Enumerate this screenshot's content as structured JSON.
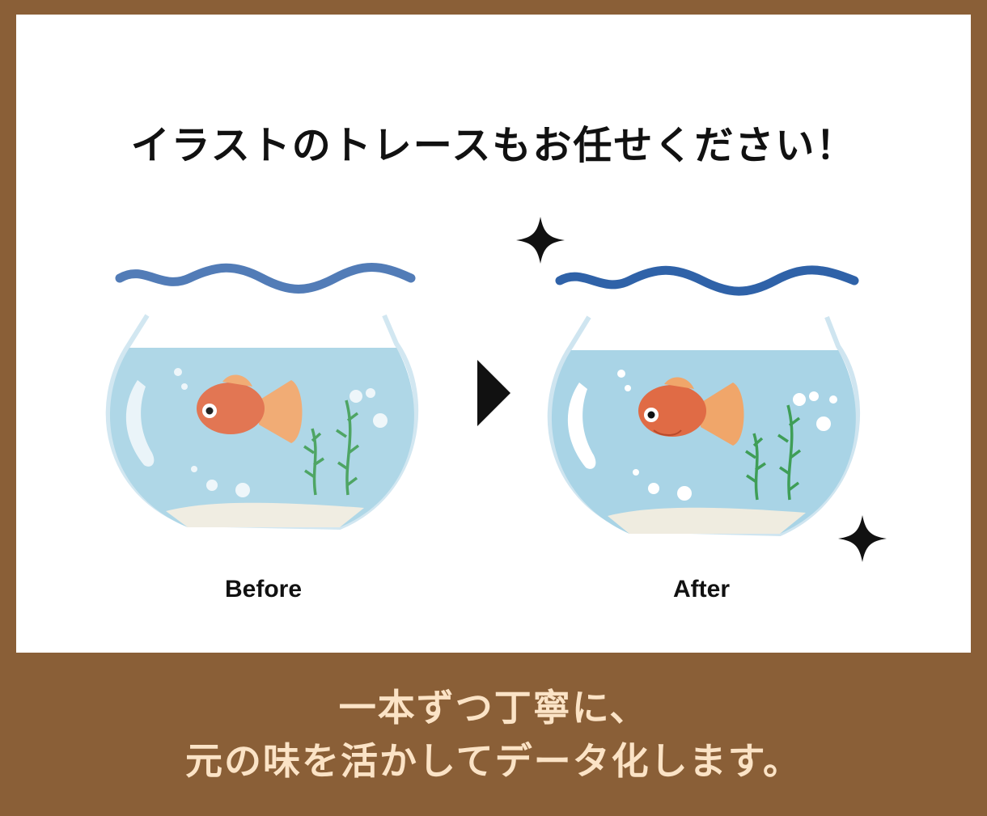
{
  "headline": "イラストのトレースもお任せください！",
  "labels": {
    "before": "Before",
    "after": "After"
  },
  "footer": {
    "line1": "一本ずつ丁寧に、",
    "line2": "元の味を活かしてデータ化します。"
  },
  "colors": {
    "frame": "#8a5f37",
    "wave": "#2f62a8",
    "water": "#a9d4e6",
    "fish": "#e06b45",
    "fin": "#f0a66a",
    "weed": "#3f9e57",
    "sand": "#efece0",
    "footer_text": "#fbe3c6"
  }
}
